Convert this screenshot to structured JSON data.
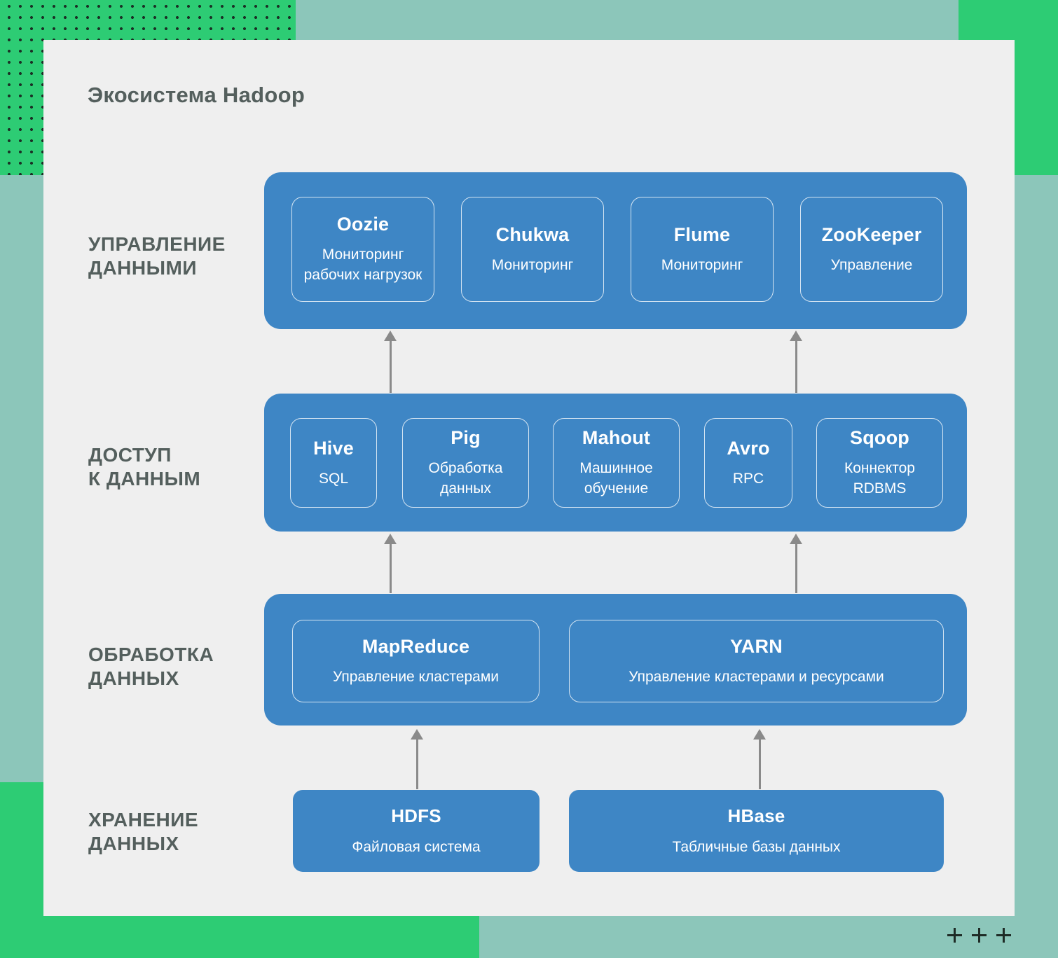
{
  "title": "Экосистема Hadoop",
  "colors": {
    "background_teal": "#8CC6BA",
    "accent_green": "#2DCC74",
    "dot_color": "#1B3226",
    "card_gray": "#EFEFEF",
    "panel_blue": "#3E86C5",
    "heading_text": "#545F5D",
    "arrow_gray": "#8A8A8A",
    "box_text": "#FFFFFF"
  },
  "layers": [
    {
      "label": "УПРАВЛЕНИЕ\nДАННЫМИ",
      "boxes": [
        {
          "name": "Oozie",
          "desc": "Мониторинг рабочих нагрузок"
        },
        {
          "name": "Chukwa",
          "desc": "Мониторинг"
        },
        {
          "name": "Flume",
          "desc": "Мониторинг"
        },
        {
          "name": "ZooKeeper",
          "desc": "Управление"
        }
      ]
    },
    {
      "label": "ДОСТУП\nК ДАННЫМ",
      "boxes": [
        {
          "name": "Hive",
          "desc": "SQL"
        },
        {
          "name": "Pig",
          "desc": "Обработка данных"
        },
        {
          "name": "Mahout",
          "desc": "Машинное обучение"
        },
        {
          "name": "Avro",
          "desc": "RPC"
        },
        {
          "name": "Sqoop",
          "desc": "Коннектор RDBMS"
        }
      ]
    },
    {
      "label": "ОБРАБОТКА\nДАННЫХ",
      "boxes": [
        {
          "name": "MapReduce",
          "desc": "Управление кластерами"
        },
        {
          "name": "YARN",
          "desc": "Управление кластерами и ресурсами"
        }
      ]
    },
    {
      "label": "ХРАНЕНИЕ\nДАННЫХ",
      "boxes": [
        {
          "name": "HDFS",
          "desc": "Файловая система"
        },
        {
          "name": "HBase",
          "desc": "Табличные базы данных"
        }
      ]
    }
  ],
  "footer": {
    "plus_icons": [
      "plus-icon",
      "plus-icon",
      "plus-icon"
    ]
  }
}
